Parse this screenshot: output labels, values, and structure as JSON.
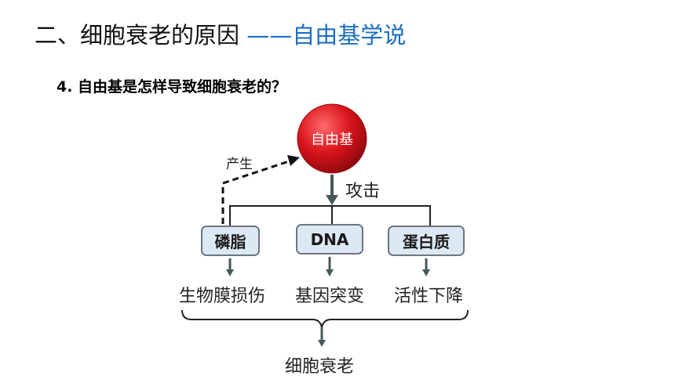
{
  "title": {
    "main": "二、细胞衰老的原因 ",
    "accent": "——自由基学说"
  },
  "question": "4. 自由基是怎样导致细胞衰老的？",
  "diagram": {
    "source_node": "自由基",
    "attack_label": "攻击",
    "produce_label": "产生",
    "targets": [
      {
        "name": "磷脂",
        "effect": "生物膜损伤"
      },
      {
        "name": "DNA",
        "effect": "基因突变"
      },
      {
        "name": "蛋白质",
        "effect": "活性下降"
      }
    ],
    "result": "细胞衰老"
  },
  "colors": {
    "accent": "#1a6fc4",
    "node_fill": "#dde8f5",
    "arrow": "#455a58",
    "circle": "#d9141b"
  }
}
